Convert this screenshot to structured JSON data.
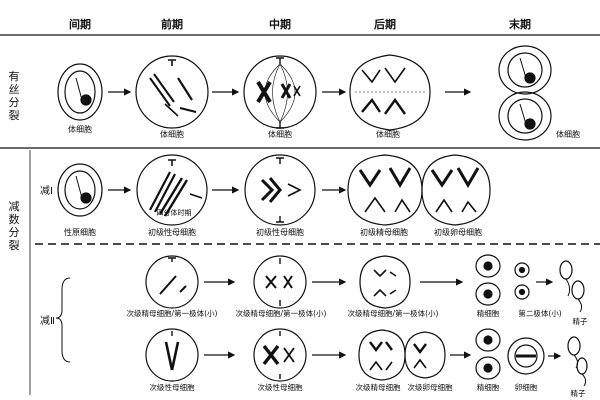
{
  "headers": [
    "间期",
    "前期",
    "中期",
    "后期",
    "末期"
  ],
  "rows": {
    "mitosis": {
      "label": "有丝分裂",
      "captions": [
        "体细胞",
        "体细胞",
        "体细胞",
        "体细胞",
        "体细胞"
      ]
    },
    "meiosis": {
      "label": "减数分裂",
      "phase1": {
        "label": "减Ⅰ",
        "captions": [
          "性原细胞",
          "初级性母细胞",
          "四分体时期",
          "初级性母细胞",
          "初级精母细胞",
          "初级卵母细胞"
        ]
      },
      "phase2": {
        "label": "减Ⅱ",
        "upper_captions": [
          "次级精母细胞/第一极体(小)",
          "次级精母细胞/第一极体(小)",
          "次级精母细胞/第一极体(小)",
          "精细胞",
          "第二极体(小)",
          "精子"
        ],
        "lower_captions": [
          "次级性母细胞",
          "次级性母细胞",
          "次级精母细胞",
          "次级卵母细胞",
          "精细胞",
          "卵细胞",
          "精子"
        ]
      }
    }
  }
}
